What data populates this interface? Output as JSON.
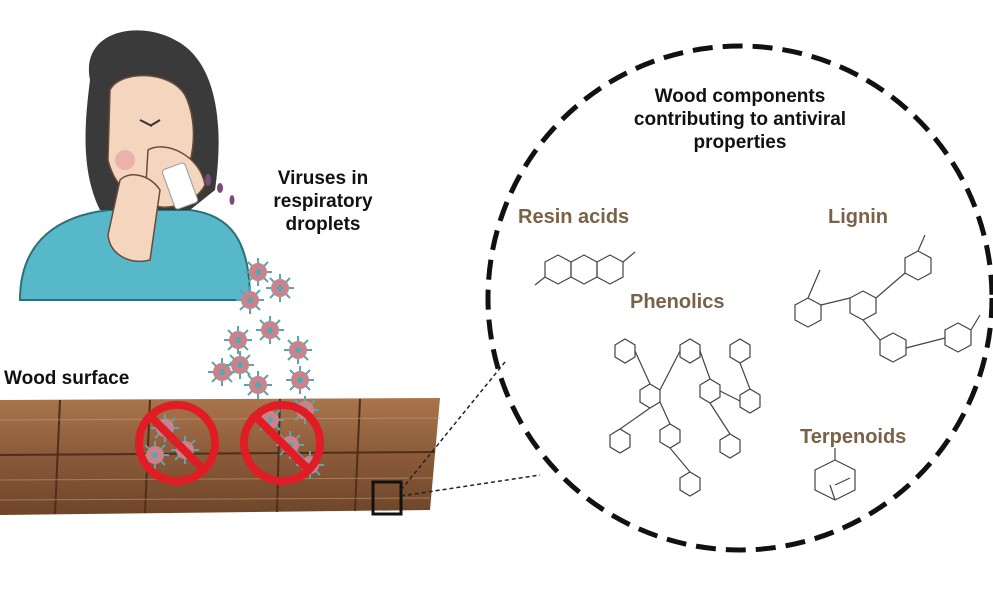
{
  "left": {
    "viruses_label": [
      "Viruses in",
      "respiratory",
      "droplets"
    ],
    "wood_label": "Wood surface"
  },
  "circle": {
    "title": [
      "Wood components",
      "contributing to antiviral",
      "properties"
    ],
    "components": [
      "Resin acids",
      "Lignin",
      "Phenolics",
      "Terpenoids"
    ]
  },
  "colors": {
    "skin": "#f4d6bf",
    "hair": "#3a3a3a",
    "shirt": "#56b8c8",
    "wood": "#8a5a3a",
    "virus": "#c9838c",
    "virus_spike": "#5aa5b0",
    "ban": "#e01d24",
    "circle_border": "#111111",
    "component_text": "#7a6248"
  },
  "icons": [
    "person-sneezing-icon",
    "virus-icon",
    "ban-icon",
    "wood-plank-icon",
    "chemical-structure-icon"
  ]
}
